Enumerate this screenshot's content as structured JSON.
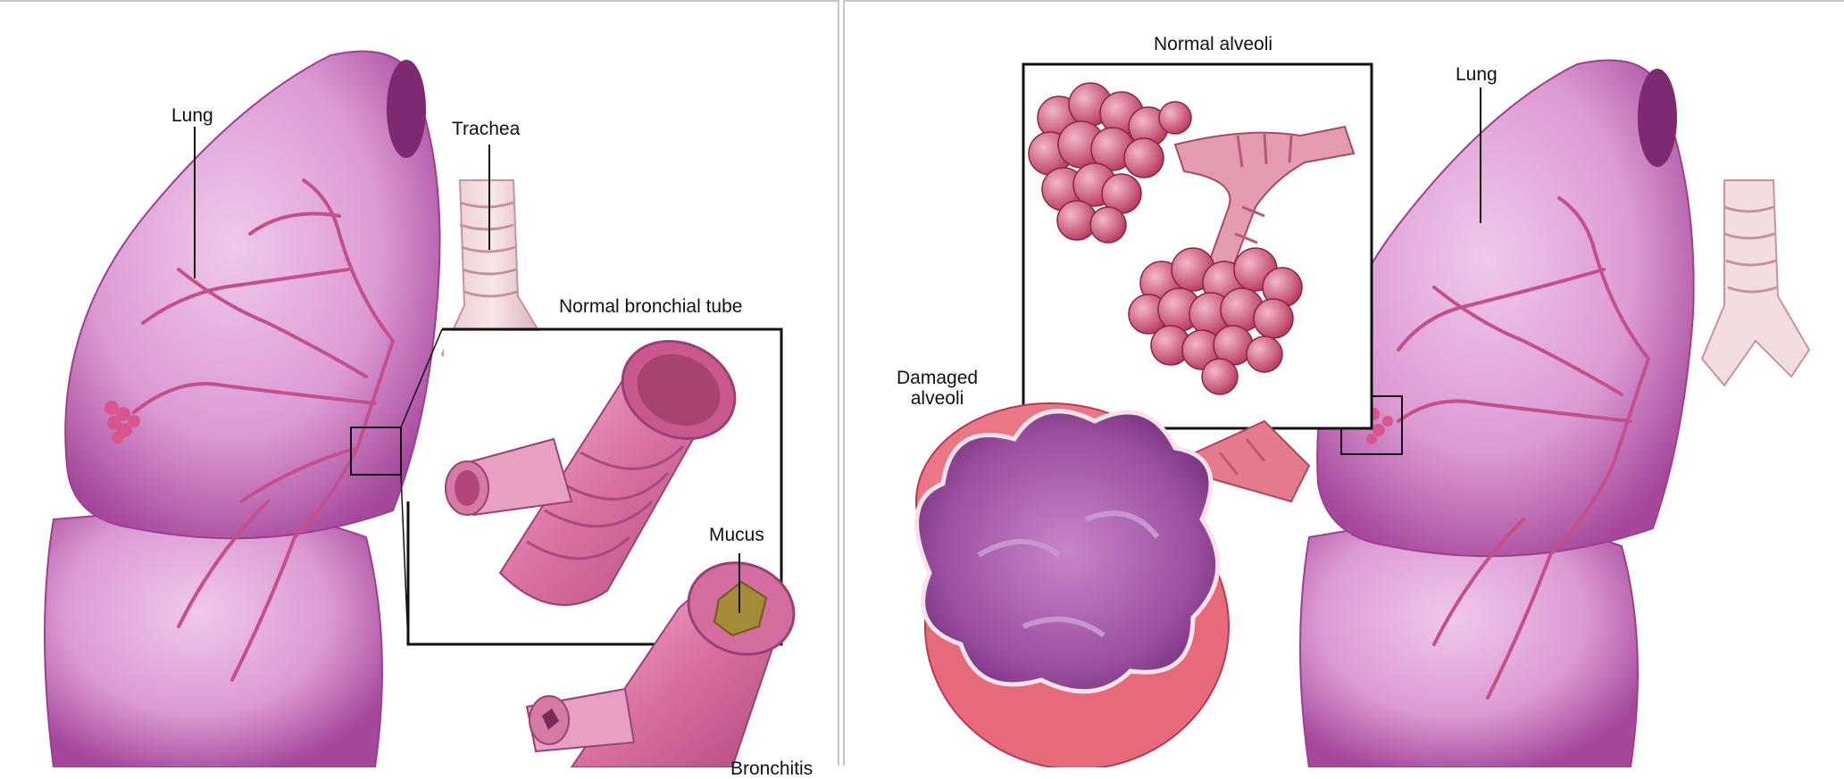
{
  "labels": {
    "left_lung": "Lung",
    "trachea": "Trachea",
    "normal_bronchial_tube": "Normal bronchial tube",
    "mucus": "Mucus",
    "bronchitis_partial": "Bronchitis",
    "normal_alveoli": "Normal alveoli",
    "right_lung": "Lung",
    "damaged_alveoli_line1": "Damaged",
    "damaged_alveoli_line2": "alveoli"
  },
  "colors": {
    "lung_light": "#e7b3df",
    "lung_mid": "#d07fc4",
    "lung_dark": "#a6479b",
    "bronchial": "#d86aa0",
    "alveoli": "#c94a6c",
    "damaged_outer": "#e66a7c",
    "damaged_inner": "#9c4fa0",
    "mucus": "#a58a3a",
    "box_stroke": "#111111"
  }
}
